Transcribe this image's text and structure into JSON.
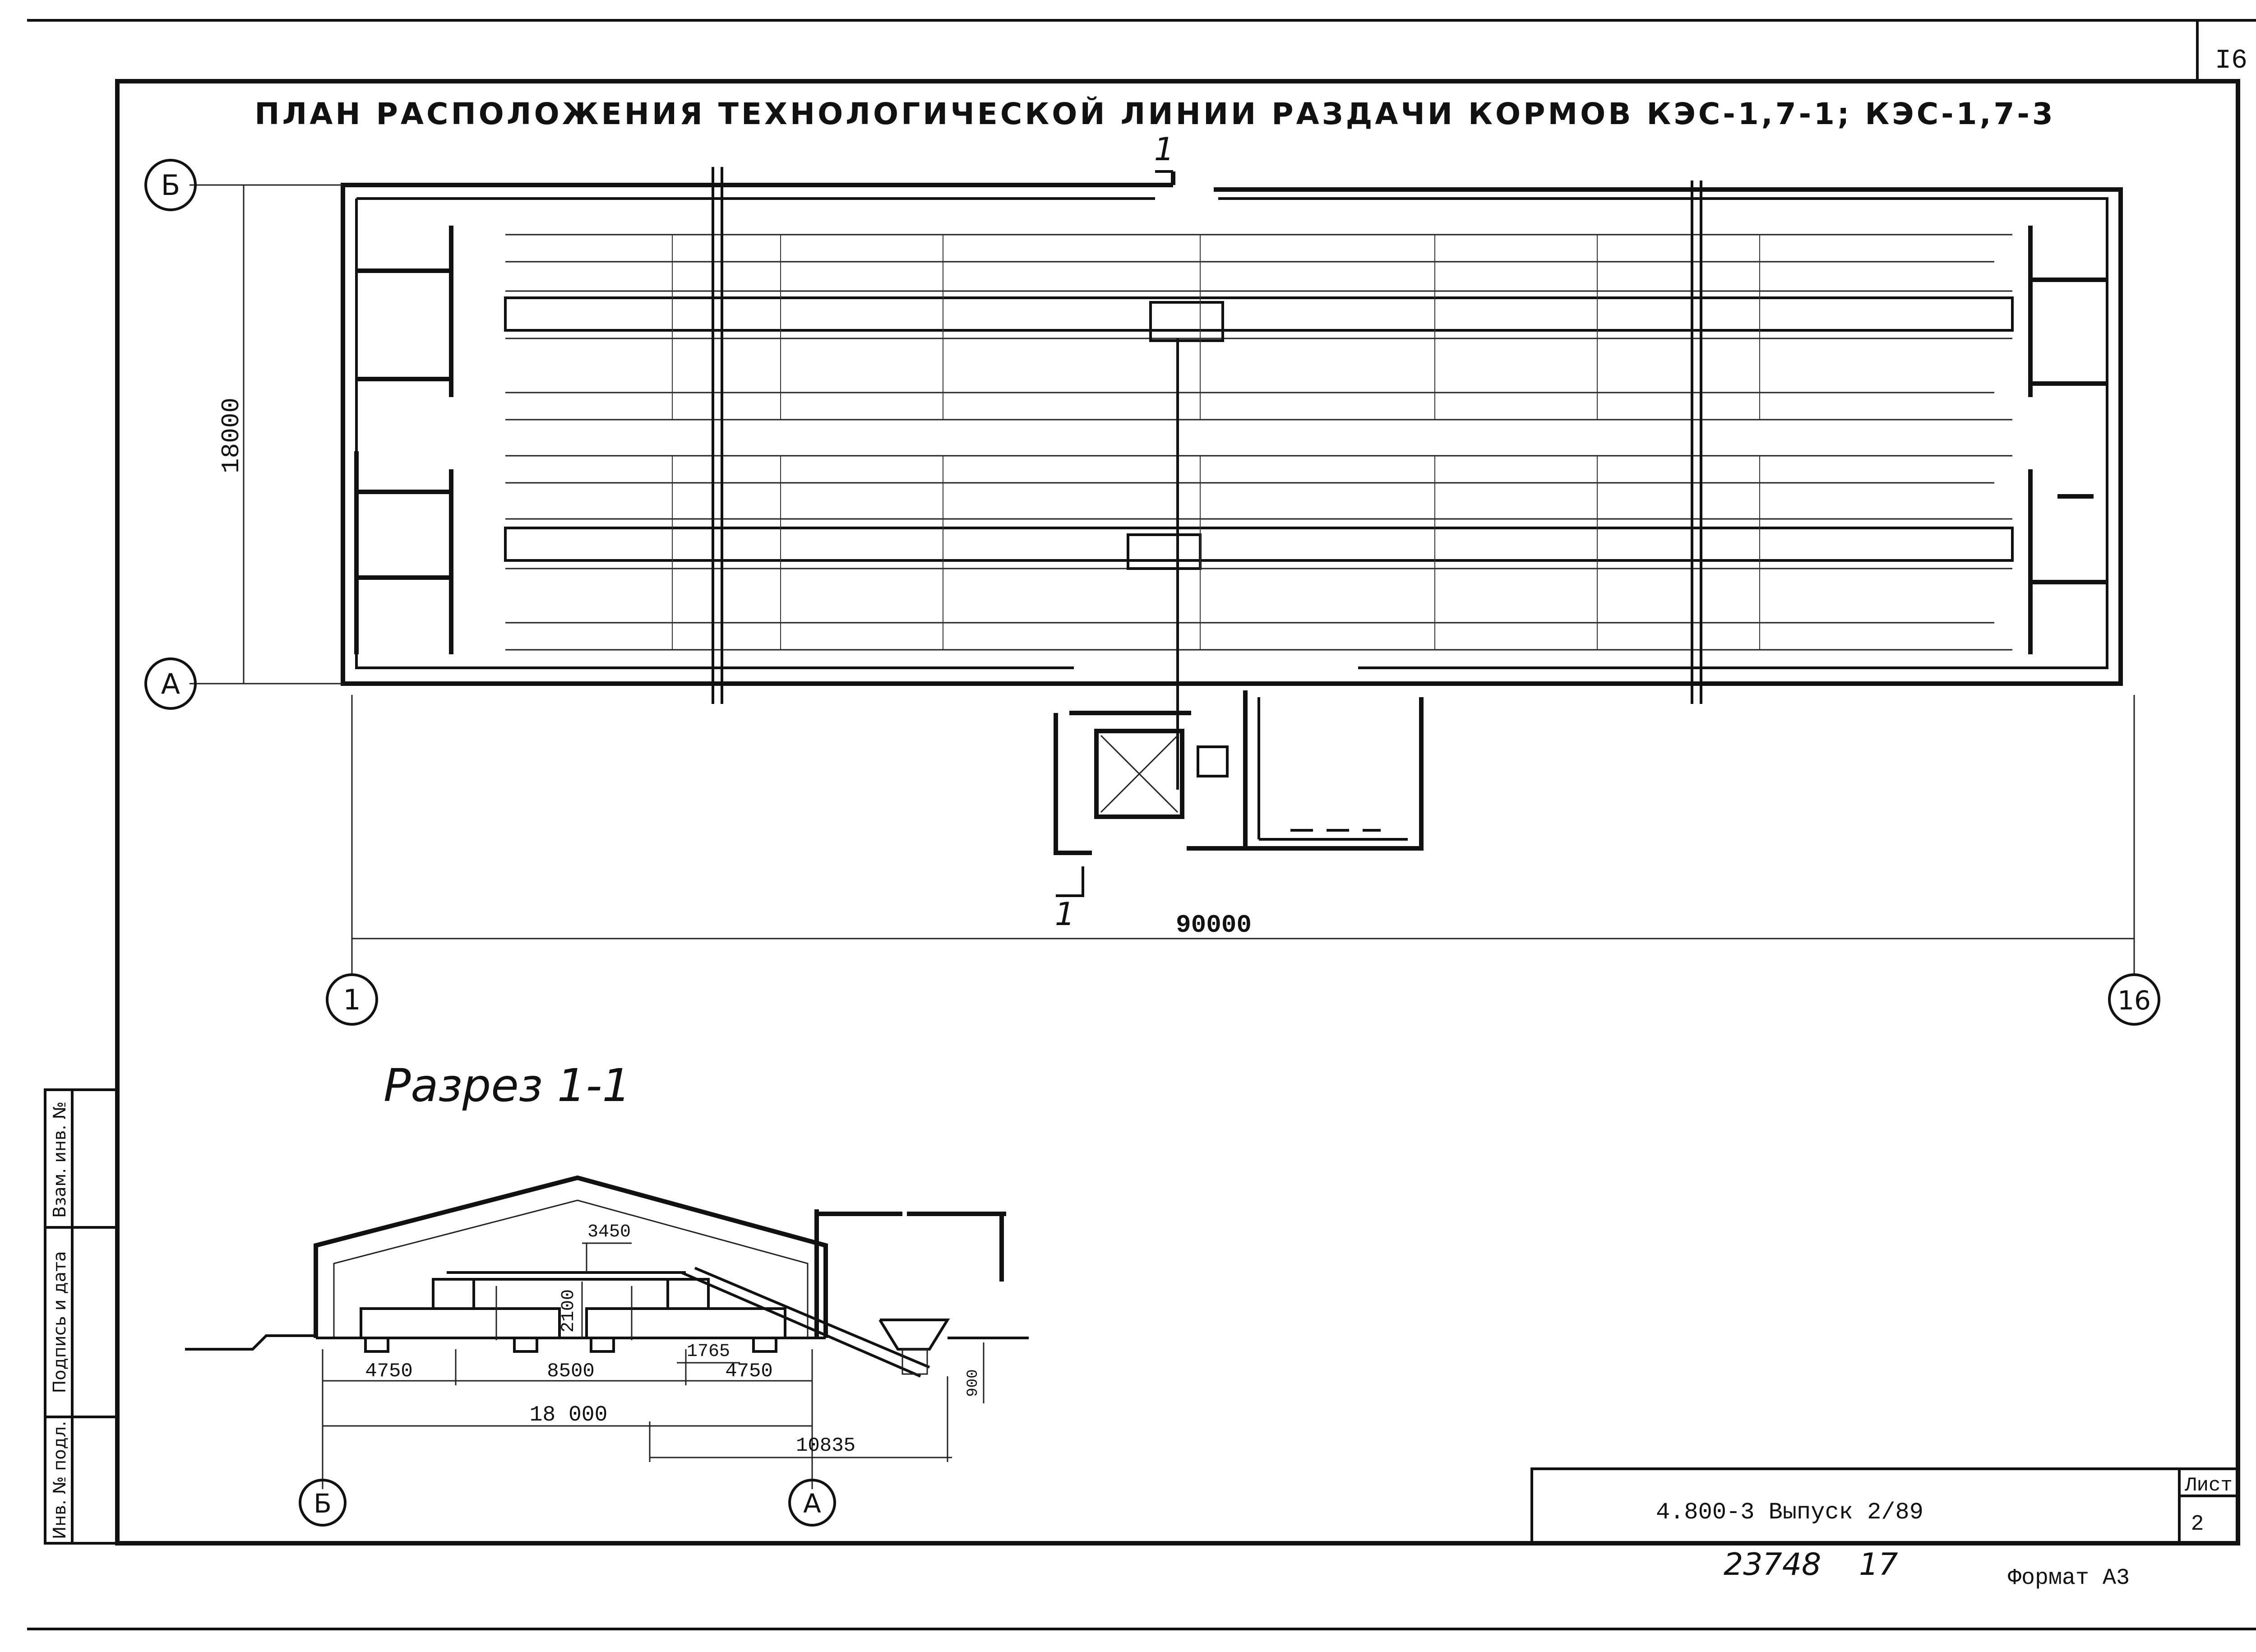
{
  "sheet": {
    "page_number": "I6",
    "title": "ПЛАН РАСПОЛОЖЕНИЯ ТЕХНОЛОГИЧЕСКОЙ ЛИНИИ РАЗДАЧИ КОРМОВ КЭС-1,7-1; КЭС-1,7-3",
    "format": "Формат А3",
    "archive_number": "23748",
    "archive_suffix": "17"
  },
  "plan": {
    "axis_b": "Б",
    "axis_a": "А",
    "axis_1": "1",
    "axis_16": "16",
    "dim_height": "18000",
    "dim_length": "90000",
    "section_mark_top": "1",
    "section_mark_bottom": "1"
  },
  "section": {
    "title": "Разрез 1-1",
    "dim_3450": "3450",
    "dim_2100": "2100",
    "dim_1765": "1765",
    "dim_4750_left": "4750",
    "dim_8500": "8500",
    "dim_4750_right": "4750",
    "dim_18000": "18 000",
    "dim_10835": "10835",
    "dim_900": "900",
    "axis_b": "Б",
    "axis_a": "А"
  },
  "side_stamp": {
    "inv_no": "Инв. № подл.",
    "sign_date": "Подпись и дата",
    "vzam_inv": "Взам. инв. №"
  },
  "title_block": {
    "designation": "4.800-3 Выпуск 2/89",
    "sheet_label": "Лист",
    "sheet_value": "2"
  }
}
